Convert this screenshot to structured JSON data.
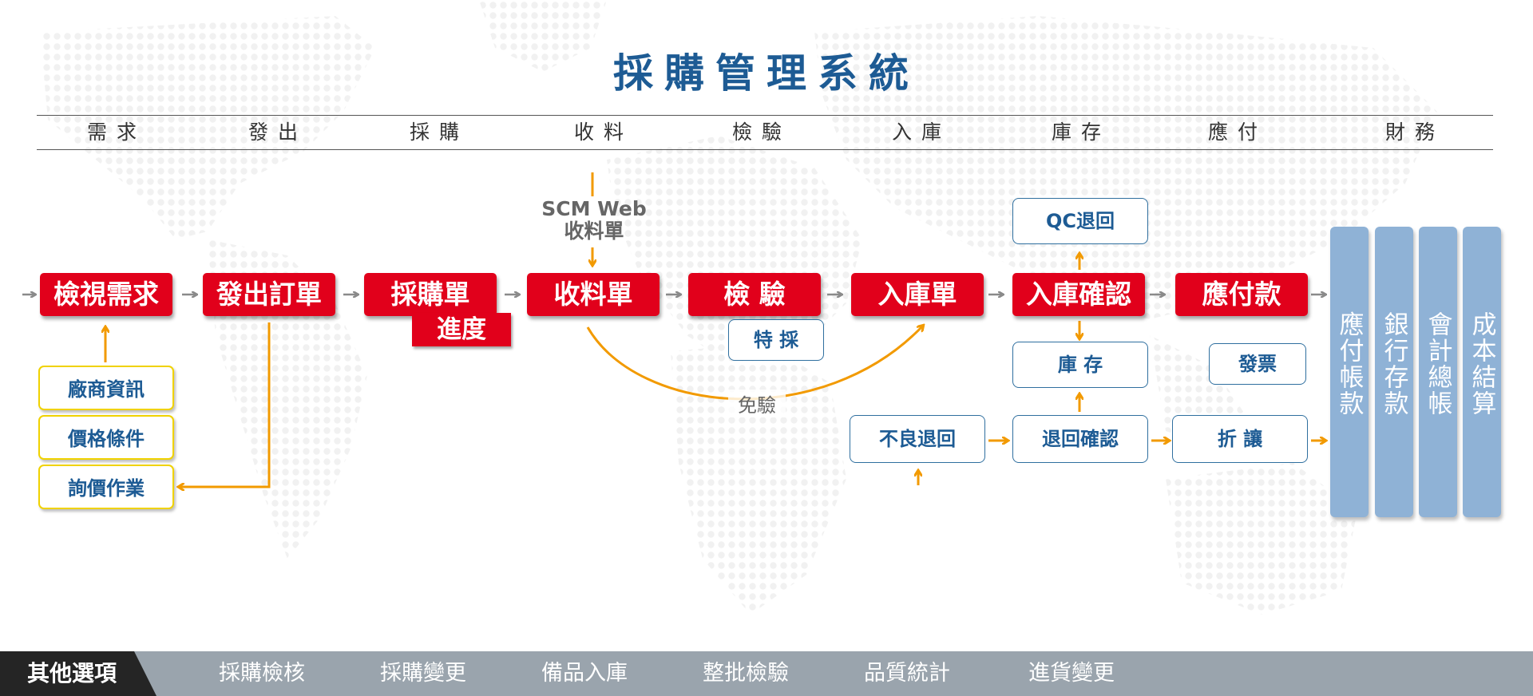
{
  "title": "採購管理系統",
  "stages": [
    "需求",
    "發出",
    "採購",
    "收料",
    "檢驗",
    "入庫",
    "庫存",
    "應付",
    "財務"
  ],
  "flow": {
    "inspect_demand": "檢視需求",
    "issue_order": "發出訂單",
    "purchase_order": "採購單",
    "progress": "進度",
    "receiving_slip": "收料單",
    "inspection": "檢 驗",
    "warehouse_slip": "入庫單",
    "warehouse_confirm": "入庫確認",
    "payable": "應付款"
  },
  "vendor_steps": [
    "廠商資訊",
    "價格條件",
    "詢價作業"
  ],
  "scm": {
    "line1": "SCM Web",
    "line2": "收料單"
  },
  "special_purchase": "特 採",
  "exempt": "免驗",
  "qc_return": "QC退回",
  "stock": "庫 存",
  "defect_return": "不良退回",
  "return_confirm": "退回確認",
  "discount": "折 讓",
  "invoice": "發票",
  "finance": [
    "應付帳款",
    "銀行存款",
    "會計總帳",
    "成本結算"
  ],
  "bottom_bar": {
    "active": "其他選項",
    "items": [
      "採購檢核",
      "採購變更",
      "備品入庫",
      "整批檢驗",
      "品質統計",
      "進貨變更"
    ]
  },
  "colors": {
    "title": "#1d5b94",
    "red_box": "#e1001b",
    "arrow_orange": "#f29a00",
    "finance_blue": "#8fb2d6",
    "yellow_border": "#f0d200"
  }
}
